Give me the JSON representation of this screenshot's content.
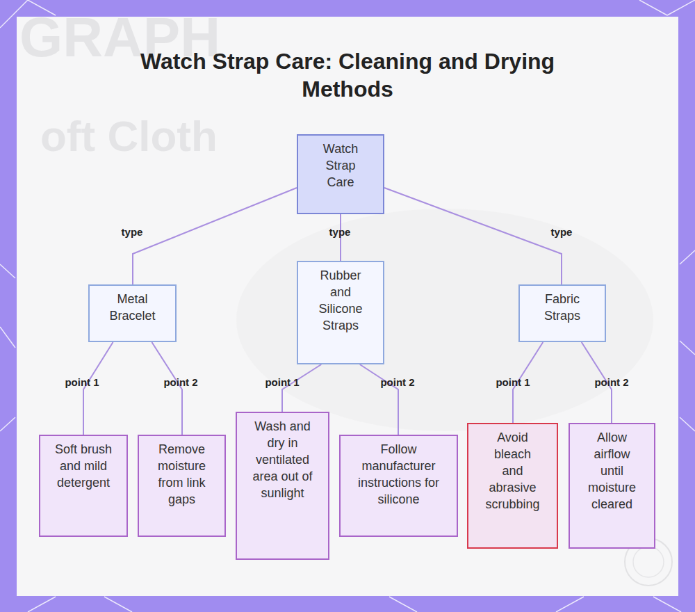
{
  "diagram": {
    "title": "Watch Strap Care: Cleaning and Drying Methods",
    "nodes": [
      {
        "text": [
          "Watch Strap Care"
        ]
      },
      {
        "text": [
          "Metal Bracelet"
        ]
      },
      {
        "text": [
          "Rubber and Silicone Straps"
        ]
      },
      {
        "text": [
          "Fabric Straps"
        ]
      },
      {
        "text": [
          "Soft brush and mild detergent"
        ]
      },
      {
        "text": [
          "Remove moisture from link gaps"
        ]
      },
      {
        "text": [
          "Wash and dry in ventilated area out of sunlight"
        ]
      },
      {
        "text": [
          "Follow manufacturer instructions for silicone"
        ]
      },
      {
        "text": [
          "Avoid bleach and abrasive scrubbing"
        ]
      },
      {
        "text": [
          "Allow airflow until moisture cleared"
        ]
      }
    ],
    "edges": [
      {
        "from": 0,
        "to": 1,
        "arrow": "none",
        "label": "type"
      },
      {
        "from": 0,
        "to": 2,
        "arrow": "none",
        "label": "type"
      },
      {
        "from": 0,
        "to": 3,
        "arrow": "none",
        "label": "type"
      },
      {
        "from": 1,
        "to": 4,
        "arrow": "none",
        "label": "point 1"
      },
      {
        "from": 1,
        "to": 5,
        "arrow": "none",
        "label": "point 2"
      },
      {
        "from": 2,
        "to": 6,
        "arrow": "none",
        "label": "point 1"
      },
      {
        "from": 2,
        "to": 7,
        "arrow": "none",
        "label": "point 2"
      },
      {
        "from": 3,
        "to": 8,
        "arrow": "none",
        "label": "point 1"
      },
      {
        "from": 3,
        "to": 9,
        "arrow": "none",
        "label": "point 2"
      }
    ],
    "labels": [
      "GRAPH",
      "oft Cloth"
    ]
  }
}
